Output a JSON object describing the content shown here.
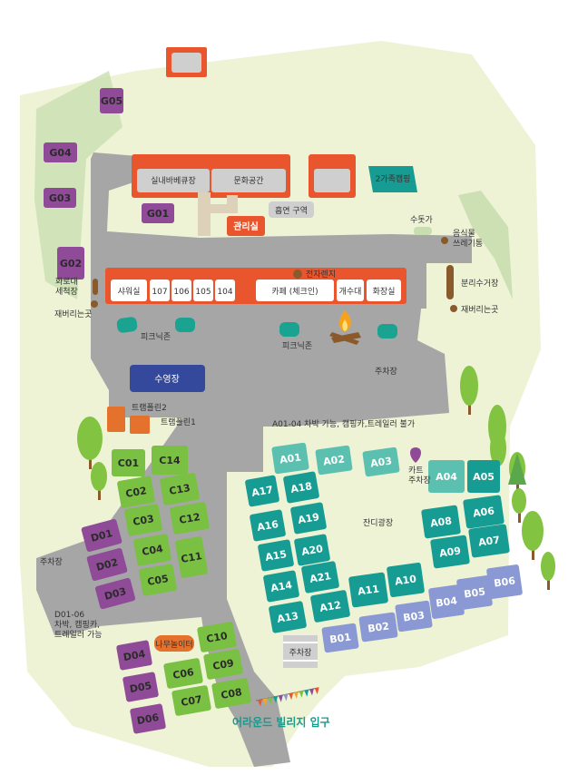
{
  "colors": {
    "road": "#a6a6a6",
    "grass": "#eef3d6",
    "lawn": "#c9deb0",
    "building": "#e9562d",
    "building_room": "#ffffff",
    "room_gray": "#cfcfcf",
    "green_site": "#79c043",
    "purple_site": "#8f4b97",
    "teal_site": "#169c93",
    "light_teal": "#5cc0b0",
    "blue_site": "#8a99d3",
    "pool": "#34489c",
    "trampoline": "#e4722c",
    "tree": "#82c341",
    "trunk": "#8a5a2d",
    "bench": "#1aa391",
    "pin": "#8f4b97"
  },
  "buildings": {
    "bbq_label": "실내바베큐장",
    "culture_label": "문화공간",
    "office_label": "관리실",
    "smoking_label": "흡연 구역",
    "family_camping_label": "2가족캠핑",
    "shower_label": "샤워실",
    "rooms": [
      "107",
      "106",
      "105",
      "104"
    ],
    "cafe_label": "카페 (체크인)",
    "sink_label": "개수대",
    "restroom_label": "화장실",
    "microwave_label": "전자렌지"
  },
  "facilities": {
    "faucet_label": "수돗가",
    "food_waste_label": "음식물\n쓰레기통",
    "recycling_label": "분리수거장",
    "trash_right_label": "재버리는곳",
    "grill_wash_label": "화로대\n세척장",
    "trash_left_label": "재버리는곳",
    "picnic1_label": "피크닉존",
    "picnic2_label": "피크닉존",
    "parking_top_label": "주차장",
    "pool_label": "수영장",
    "trampoline2_label": "트램폴린2",
    "trampoline1_label": "트램폴린1",
    "a_zone_note": "A01-04 차박 가능, 캠핑카,트레일러 불가",
    "cart_parking_label": "카트\n주차장",
    "lawn_square_label": "잔디광장",
    "parking_left_label": "주차장",
    "d_zone_note": "D01-06\n차박, 캠핑카,\n트레일러 가능",
    "treehouse_label": "나무놀이터",
    "small_parking_label": "주차장",
    "entrance_label": "어라운드 빌리지 입구"
  },
  "sites": {
    "G": [
      "G05",
      "G04",
      "G03",
      "G01",
      "G02"
    ],
    "C": [
      "C01",
      "C14",
      "C02",
      "C13",
      "C03",
      "C12",
      "C04",
      "C11",
      "C05"
    ],
    "D": [
      "D01",
      "D02",
      "D03",
      "D04",
      "D05",
      "D06"
    ],
    "D_right": [
      "C10",
      "C06",
      "C09",
      "C07",
      "C08"
    ],
    "A": [
      "A01",
      "A02",
      "A03",
      "A04",
      "A05",
      "A17",
      "A18",
      "A16",
      "A19",
      "A15",
      "A20",
      "A14",
      "A21",
      "A13",
      "A12",
      "A11",
      "A10",
      "A08",
      "A06",
      "A09",
      "A07"
    ],
    "B": [
      "B01",
      "B02",
      "B03",
      "B04",
      "B05",
      "B06"
    ]
  }
}
